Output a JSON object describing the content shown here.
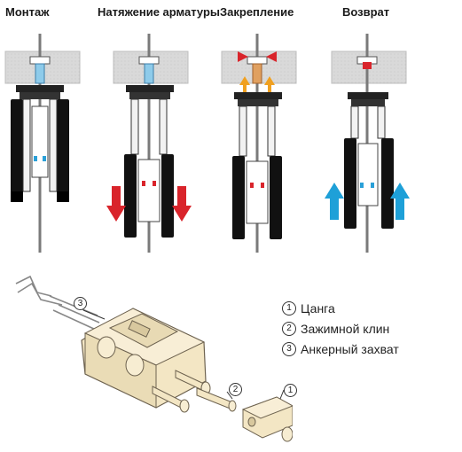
{
  "steps": [
    {
      "title": "Монтаж",
      "arrow": "none",
      "arrow_color": ""
    },
    {
      "title": "Натяжение арматуры",
      "arrow": "down",
      "arrow_color": "#d9242b"
    },
    {
      "title": "Закрепление",
      "arrow": "wedge",
      "arrow_color": "#f0a020"
    },
    {
      "title": "Возврат",
      "arrow": "up",
      "arrow_color": "#1ea0d8"
    }
  ],
  "legend": [
    {
      "num": "1",
      "label": "Цанга"
    },
    {
      "num": "2",
      "label": "Зажимной клин"
    },
    {
      "num": "3",
      "label": "Анкерный захват"
    }
  ],
  "callouts": {
    "c1": "1",
    "c2": "2",
    "c3": "3"
  },
  "colors": {
    "concrete": "#d6d6d6",
    "jack_body": "#111111",
    "rod": "#8a8a8a",
    "accent_blue": "#2aa0d8",
    "accent_red": "#d9242b",
    "accent_orange": "#f0a020",
    "device_body": "#f3e6c4"
  }
}
